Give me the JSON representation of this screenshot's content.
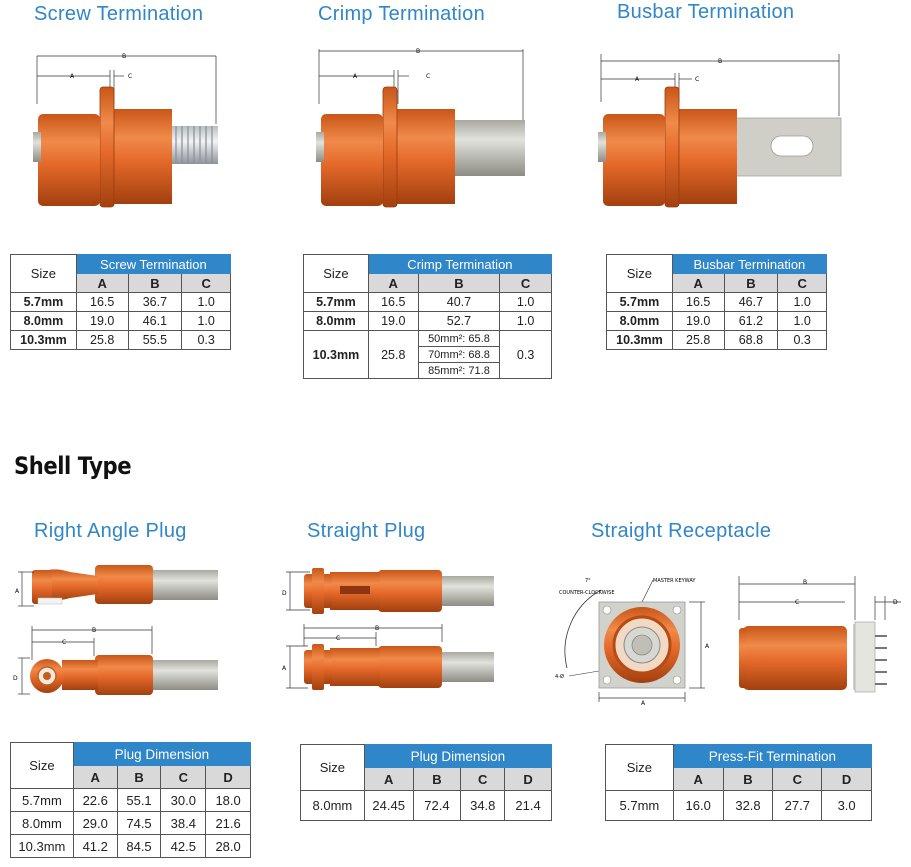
{
  "terminations": {
    "screw": {
      "title": "Screw Termination",
      "dims": {
        "a": "A",
        "b": "B",
        "c": "C"
      },
      "table": {
        "size_label": "Size",
        "header": "Screw Termination",
        "cols": [
          "A",
          "B",
          "C"
        ],
        "rows": [
          {
            "size": "5.7mm",
            "a": "16.5",
            "b": "36.7",
            "c": "1.0"
          },
          {
            "size": "8.0mm",
            "a": "19.0",
            "b": "46.1",
            "c": "1.0"
          },
          {
            "size": "10.3mm",
            "a": "25.8",
            "b": "55.5",
            "c": "0.3"
          }
        ]
      }
    },
    "crimp": {
      "title": "Crimp Termination",
      "dims": {
        "a": "A",
        "b": "B",
        "c": "C"
      },
      "table": {
        "size_label": "Size",
        "header": "Crimp Termination",
        "cols": [
          "A",
          "B",
          "C"
        ],
        "rows": [
          {
            "size": "5.7mm",
            "a": "16.5",
            "b": "40.7",
            "c": "1.0"
          },
          {
            "size": "8.0mm",
            "a": "19.0",
            "b": "52.7",
            "c": "1.0"
          }
        ],
        "last_row": {
          "size": "10.3mm",
          "a": "25.8",
          "c": "0.3",
          "b_options": [
            "50mm²: 65.8",
            "70mm²: 68.8",
            "85mm²: 71.8"
          ]
        }
      }
    },
    "busbar": {
      "title": "Busbar Termination",
      "dims": {
        "a": "A",
        "b": "B",
        "c": "C"
      },
      "table": {
        "size_label": "Size",
        "header": "Busbar Termination",
        "cols": [
          "A",
          "B",
          "C"
        ],
        "rows": [
          {
            "size": "5.7mm",
            "a": "16.5",
            "b": "46.7",
            "c": "1.0"
          },
          {
            "size": "8.0mm",
            "a": "19.0",
            "b": "61.2",
            "c": "1.0"
          },
          {
            "size": "10.3mm",
            "a": "25.8",
            "b": "68.8",
            "c": "0.3"
          }
        ]
      }
    }
  },
  "shell": {
    "title": "Shell Type",
    "right_angle": {
      "title": "Right Angle Plug",
      "dims": {
        "a": "A",
        "b": "B",
        "c": "C",
        "d": "D"
      },
      "table": {
        "size_label": "Size",
        "header": "Plug Dimension",
        "cols": [
          "A",
          "B",
          "C",
          "D"
        ],
        "rows": [
          {
            "size": "5.7mm",
            "a": "22.6",
            "b": "55.1",
            "c": "30.0",
            "d": "18.0"
          },
          {
            "size": "8.0mm",
            "a": "29.0",
            "b": "74.5",
            "c": "38.4",
            "d": "21.6"
          },
          {
            "size": "10.3mm",
            "a": "41.2",
            "b": "84.5",
            "c": "42.5",
            "d": "28.0"
          }
        ]
      }
    },
    "straight_plug": {
      "title": "Straight Plug",
      "dims": {
        "a": "A",
        "b": "B",
        "c": "C",
        "d": "D"
      },
      "table": {
        "size_label": "Size",
        "header": "Plug Dimension",
        "cols": [
          "A",
          "B",
          "C",
          "D"
        ],
        "rows": [
          {
            "size": "8.0mm",
            "a": "24.45",
            "b": "72.4",
            "c": "34.8",
            "d": "21.4"
          }
        ]
      }
    },
    "receptacle": {
      "title": "Straight Receptacle",
      "labels": {
        "ccw": "COUNTER-CLOCKWISE",
        "keyway": "MASTER KEYWAY",
        "deg": "7°",
        "phi": "4-Ø",
        "a": "A",
        "b": "B",
        "c": "C",
        "d": "D"
      },
      "table": {
        "size_label": "Size",
        "header": "Press-Fit Termination",
        "cols": [
          "A",
          "B",
          "C",
          "D"
        ],
        "rows": [
          {
            "size": "5.7mm",
            "a": "16.0",
            "b": "32.8",
            "c": "27.7",
            "d": "3.0"
          }
        ]
      }
    }
  },
  "colors": {
    "accent": "#2f86c8",
    "header_gray": "#d9d9d9",
    "orange": "#e4692a",
    "orange_dark": "#b84a14"
  }
}
